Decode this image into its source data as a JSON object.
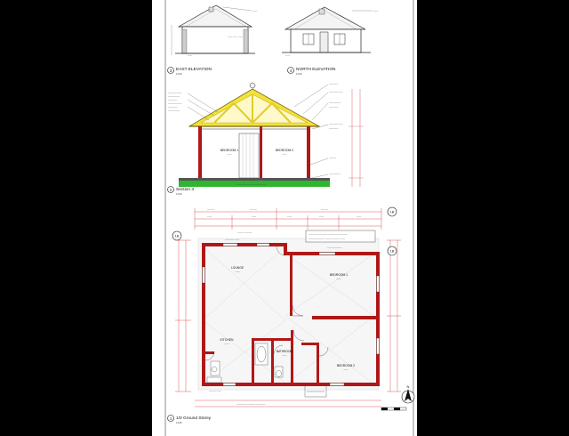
{
  "sheet": {
    "views": {
      "east_elevation": {
        "number": "3",
        "title": "EAST ELEVATION",
        "scale": "1:100"
      },
      "north_elevation": {
        "number": "4",
        "title": "NORTH ELEVATION",
        "scale": "1:100"
      },
      "section": {
        "number": "2",
        "title": "Section 3",
        "scale": "1:100"
      },
      "ground_floor": {
        "number": "1",
        "title": "1/0 Ground Storey",
        "scale": "1:100"
      }
    },
    "section_rooms": {
      "bedroom1": "BEDROOM 1",
      "bedroom2": "BEDROOM 2"
    },
    "plan_rooms": {
      "lounge": "LOUNGE",
      "bedroom1": "BEDROOM 1",
      "kitchen": "KITCHEN",
      "bathroom": "BATHROOM",
      "bedroom2": "BEDROOM 2"
    },
    "grid_markers": {
      "a": "1B",
      "b": "1B",
      "c": "1B",
      "north": "N"
    },
    "colors": {
      "walls": "#b01818",
      "truss": "#f2e23a",
      "ground": "#2fb52f",
      "lines": "#222222"
    }
  }
}
